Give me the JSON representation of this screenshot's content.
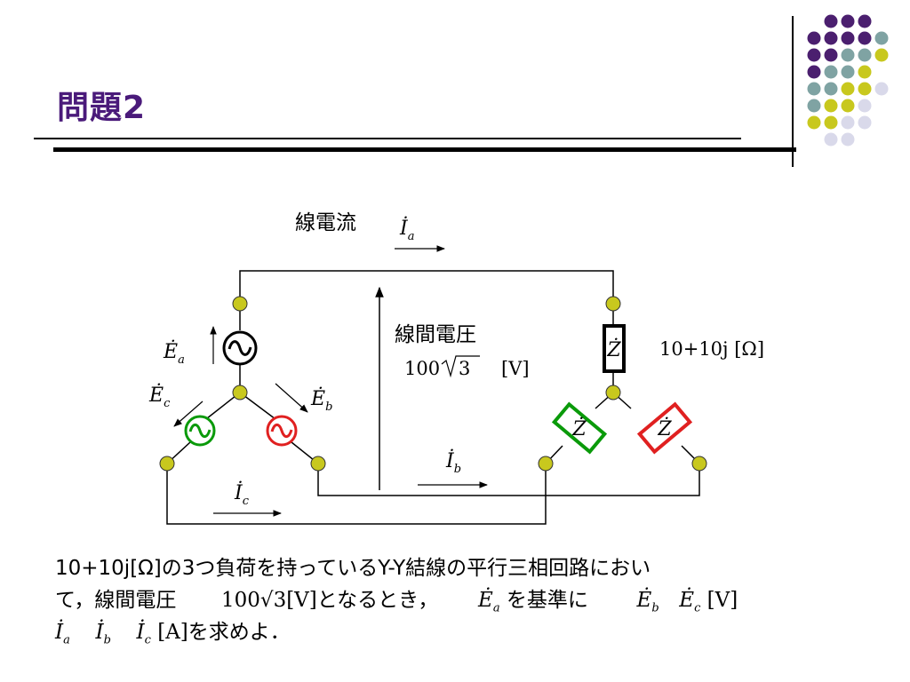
{
  "slide": {
    "title": "問題2",
    "colors": {
      "title": "#4a1a7a",
      "dot_purple": "#4b1f6f",
      "dot_teal": "#7fa3a3",
      "dot_yellow": "#c8c81e",
      "dot_lavender": "#d9d9ea",
      "node_fill": "#c8c81e",
      "green": "#0a9a0a",
      "red": "#e02020"
    },
    "decor_icon": "dot-grid-decoration"
  },
  "circuit": {
    "line_current_label": "線電流",
    "line_voltage_label": "線間電圧",
    "line_voltage_value": "100√3 [V]",
    "line_voltage_number": "100",
    "line_voltage_sqrt": "3",
    "line_voltage_unit": "[V]",
    "impedance_value": "10+10j [Ω]",
    "symbols": {
      "Ea": "Ė",
      "Ea_sub": "a",
      "Eb": "Ė",
      "Eb_sub": "b",
      "Ec": "Ė",
      "Ec_sub": "c",
      "Ia": "İ",
      "Ia_sub": "a",
      "Ib": "İ",
      "Ib_sub": "b",
      "Ic": "İ",
      "Ic_sub": "c",
      "Z": "Ż"
    },
    "icons": [
      "ac-source-icon",
      "impedance-icon",
      "current-arrow-icon",
      "voltage-arrow-icon"
    ]
  },
  "problem": {
    "line1": "10+10j[Ω]の3つ負荷を持っているY-Y結線の平行三相回路におい",
    "line2_a": "て，線間電圧",
    "line2_val": "100√3[V]となるとき，",
    "line2_b": "を基準に",
    "line2_c": "[V]",
    "line3": "[A]を求めよ．",
    "sym_E": "Ė",
    "sym_I": "İ",
    "sub_a": "a",
    "sub_b": "b",
    "sub_c": "c"
  }
}
